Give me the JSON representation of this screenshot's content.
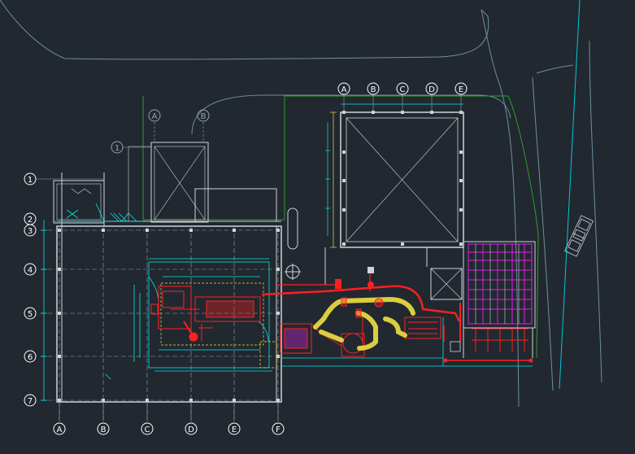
{
  "colors": {
    "background": "#212830",
    "wall": "#d0d4d8",
    "grid_line": "#9aa0a6",
    "dimension": "#00e6e6",
    "equipment": "#ff2020",
    "duct": "#f0e040",
    "panel": "#e020e0",
    "site_boundary": "#2e9e2e",
    "road": "#6f8fa0",
    "bubble": "#ffffff"
  },
  "axes": {
    "bottom": [
      "A",
      "B",
      "C",
      "D",
      "E",
      "F"
    ],
    "left": [
      "1",
      "2",
      "3",
      "4",
      "5",
      "6",
      "7"
    ],
    "top_right": [
      "A",
      "B",
      "C",
      "D",
      "E"
    ],
    "top_small": [
      "A",
      "B"
    ],
    "small_num": "1"
  }
}
